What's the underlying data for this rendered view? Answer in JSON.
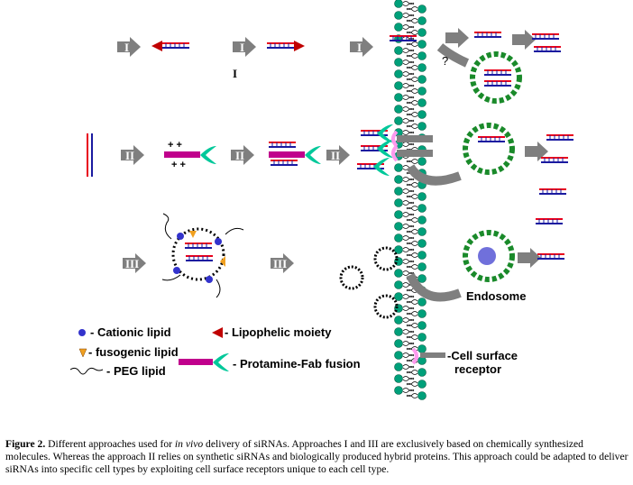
{
  "approaches": {
    "one": "I",
    "two": "II",
    "three": "III"
  },
  "labels": {
    "question": "?",
    "endosome": "Endosome",
    "approach_one_caption": "I"
  },
  "legend": {
    "cationic_lipid": "- Cationic lipid",
    "fusogenic_lipid": "- fusogenic lipid",
    "peg_lipid": "- PEG lipid",
    "lipophilic_moiety": "- Lipophelic moiety",
    "protamine_fab": "- Protamine-Fab fusion",
    "receptor_line1": "-Cell surface",
    "receptor_line2": "receptor"
  },
  "caption": {
    "figure_label": "Figure 2.",
    "text_before_italic": " Different approaches used for ",
    "italic": "in vivo",
    "text_after_italic": " delivery of siRNAs. Approaches I and III are exclusively based on chemically synthesized molecules. Whereas the approach II relies on synthetic siRNAs and biologically produced hybrid proteins. This approach could be adapted to deliver siRNAs into specific cell types by exploiting cell surface receptors unique to each cell type."
  },
  "colors": {
    "arrow": "#7f7f7f",
    "membrane": "#00a07a",
    "sirna_red": "#e8001c",
    "sirna_blue": "#1a1aa0",
    "protamine": "#c0008c",
    "fab": "#00c89a",
    "receptor": "#ff99ee",
    "endosome": "#1a8a2a",
    "cationic": "#3333cc",
    "fusogenic": "#f0a020"
  }
}
